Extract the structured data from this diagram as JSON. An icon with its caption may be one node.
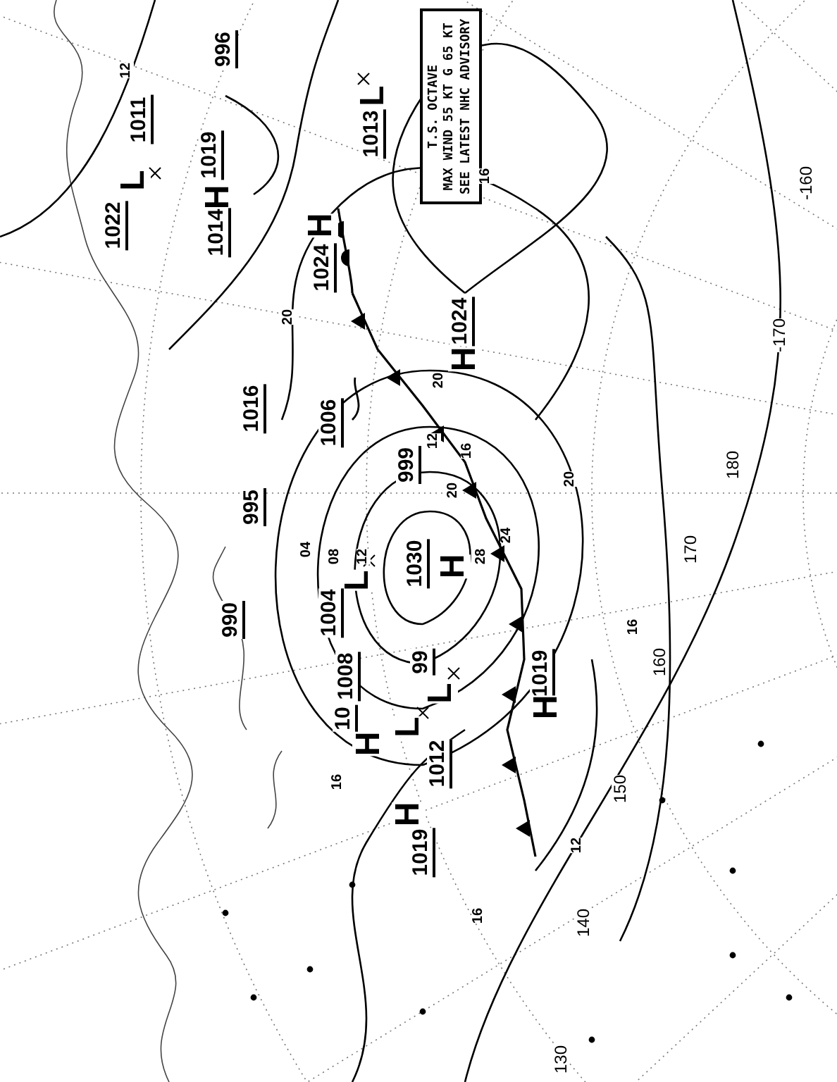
{
  "diagram": {
    "labels": [
      "T.S. OCTAVE",
      "MAX WIND 55 KT G 65 KT",
      "SEE LATEST NHC ADVISORY",
      "996",
      "12",
      "1011",
      "L",
      "1013",
      "-160",
      "16",
      "L",
      "1019",
      "H",
      "1022",
      "1014",
      "H",
      "1024",
      "20",
      "1024",
      "-170",
      "H",
      "20",
      "1016",
      "1006",
      "16",
      "12",
      "999",
      "180",
      "20",
      "20",
      "995",
      "24",
      "04",
      "170",
      "28",
      "08",
      "12",
      "1030",
      "H",
      "L",
      "1004",
      "990",
      "16",
      "99",
      "160",
      "1008",
      "1019",
      "L",
      "H",
      "10",
      "H",
      "L",
      "1012",
      "16",
      "150",
      "H",
      "12",
      "1019",
      "16",
      "140",
      "130"
    ]
  }
}
